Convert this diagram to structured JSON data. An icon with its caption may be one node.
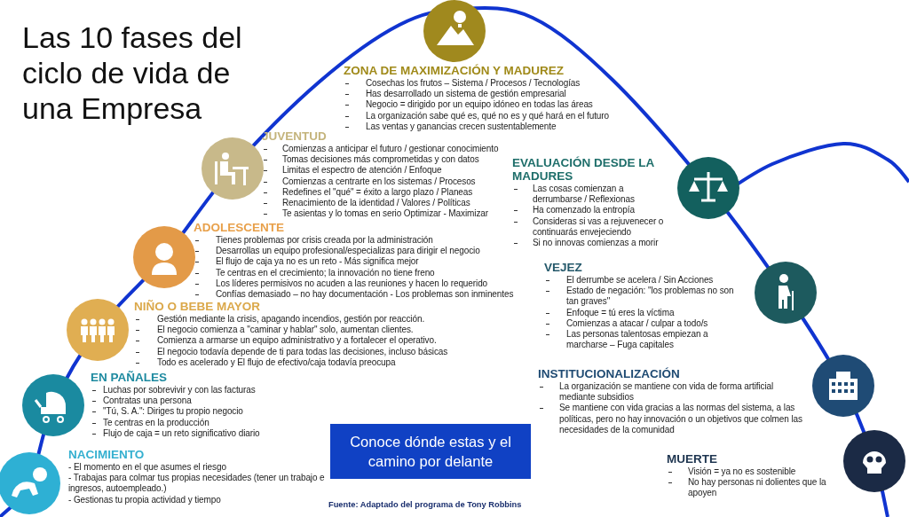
{
  "diagram": {
    "title": "Las 10 fases del ciclo de vida de una Empresa",
    "caption": "Fuente: Adaptado del programa de Tony Robbins",
    "nodes": [
      {
        "text": [
          "NACIMIENTO",
          "- El momento en el que  asumes el riesgo",
          "- Trabajas para  colmar tus propias  necesidades (tener un trabajo e ingresos, autoempleado.)",
          "- Gestionas tu propia actividad y tiempo"
        ]
      },
      {
        "text": [
          "EN PAÑALES",
          "Luchas  por sobrevivir y con las facturas",
          "Contratas una persona",
          "\"Tú, S. A.\": Diriges  tu propio negocio",
          "Te centras en la producción",
          "Flujo de caja = un reto significativo diario"
        ]
      },
      {
        "text": [
          "NIÑO O BEBE MAYOR",
          "Gestión mediante la crisis, apagando incendios, gestión por reacción.",
          "El negocio comienza a \"caminar y hablar\" solo, aumentan clientes.",
          "Comienza a armarse un equipo administrativo y a fortalecer el operativo.",
          "El negocio todavía  depende de ti para  todas las decisiones, incluso básicas",
          "Todo es acelerado y El flujo de efectivo/caja todavía preocupa"
        ]
      },
      {
        "text": [
          "ADOLESCENTE",
          "Tienes problemas por crisis creada por la administración",
          "Desarrollas un equipo profesional/especializas para  dirigir el negocio",
          "El flujo de caja ya no es un reto - Más significa mejor",
          "Te centras en el crecimiento; la innovación no tiene  freno",
          "Los líderes permisivos no acuden a las reuniones y hacen lo requerido",
          "Confías  demasiado – no hay documentación - Los problemas son inminentes"
        ]
      },
      {
        "text": [
          "JUVENTUD",
          "Comienzas a anticipar el futuro / gestionar conocimiento",
          "Tomas decisiones más comprometidas y con datos",
          "Limitas el espectro de atención / Enfoque",
          "Comienzas a centrarte en los sistemas / Procesos",
          "Redefines el \"qué\" = éxito a largo plazo / Planeas",
          "Renacimiento de la identidad / Valores / Políticas",
          "Te asientas y lo tomas  en serio Optimizar - Maximizar"
        ]
      },
      {
        "text": [
          "ZONA DE MAXIMIZACIÓN Y MADUREZ",
          "Cosechas los frutos – Sistema / Procesos / Tecnologías",
          "Has desarrollado un sistema de gestión empresarial",
          "Negocio = dirigido por un equipo idóneo en todas las áreas",
          "La organización sabe qué es, qué no es y qué hará en el futuro",
          "Las ventas y ganancias crecen sustentablemente"
        ]
      },
      {
        "text": [
          "EVALUACIÓN DESDE LA MADURES",
          "Las cosas comienzan a derrumbarse / Reflexionas",
          "Ha comenzado la entropía",
          "Consideras si vas a rejuvenecer o continuarás envejeciendo",
          "Si no innovas  comienzas a morir"
        ]
      },
      {
        "text": [
          "VEJEZ",
          "El derrumbe se acelera / Sin Acciones",
          "Estado de negación: \"los problemas no son tan graves\"",
          "Enfoque = tú eres la víctima",
          "Comienzas a atacar / culpar a todo/s",
          "Las personas talentosas empiezan a marcharse – Fuga capitales"
        ]
      },
      {
        "text": [
          "INSTITUCIONALIZACIÓN",
          "La organización se mantiene con vida de forma artificial mediante subsidios",
          "Se mantiene con vida gracias a las normas del sistema, a las políticas, pero  no hay innovación o un objetivos que colmen  las necesidades de la comunidad"
        ]
      },
      {
        "text": [
          "MUERTE",
          "Visión = ya no es sostenible",
          "No hay personas ni dolientes que la apoyen"
        ]
      },
      {
        "text": [
          "Conoce dónde estas y el camino por delante"
        ]
      }
    ]
  }
}
